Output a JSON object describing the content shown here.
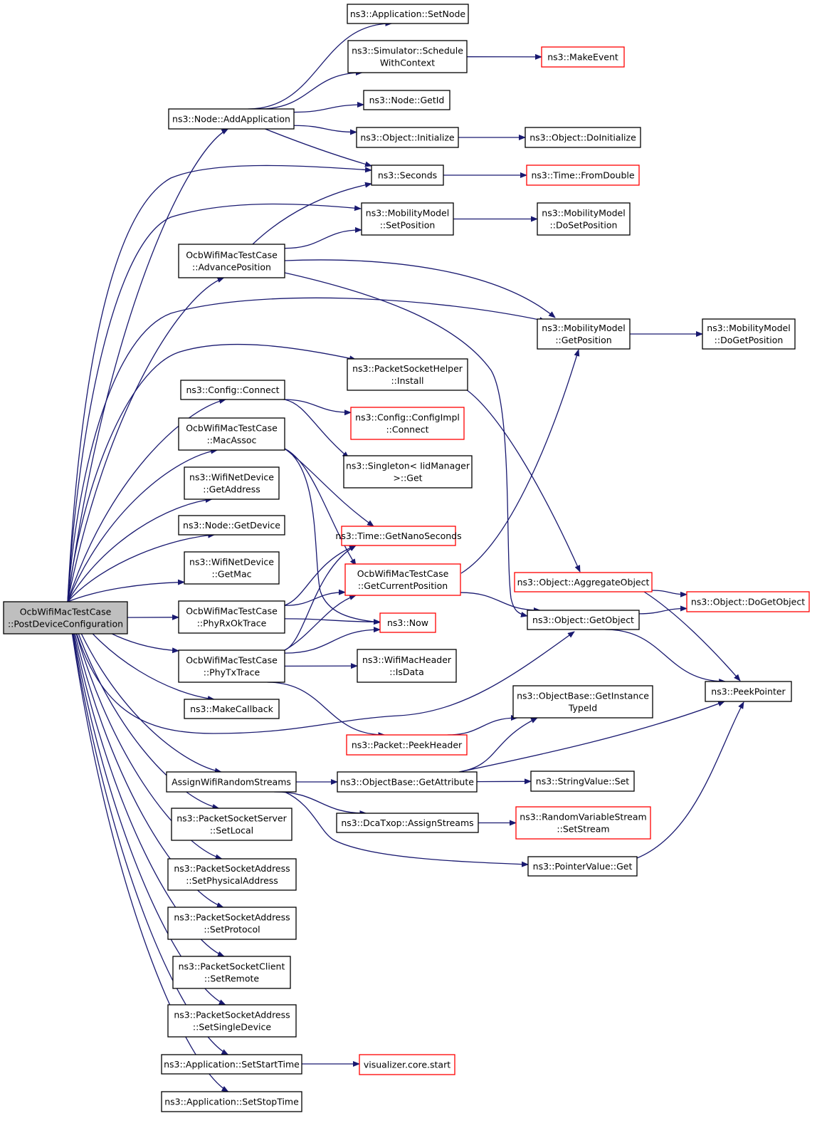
{
  "colors": {
    "edge": "#191970",
    "border_normal": "#000000",
    "border_truncated": "#ff0000",
    "root_fill": "#bfbfbf",
    "node_fill": "#ffffff"
  },
  "nodes": [
    {
      "id": "root",
      "lines": [
        "OcbWifiMacTestCase",
        "::PostDeviceConfiguration"
      ],
      "style": "root"
    },
    {
      "id": "setnode",
      "lines": [
        "ns3::Application::SetNode"
      ],
      "style": "normal"
    },
    {
      "id": "schedule",
      "lines": [
        "ns3::Simulator::Schedule",
        "WithContext"
      ],
      "style": "normal"
    },
    {
      "id": "makeevent",
      "lines": [
        "ns3::MakeEvent"
      ],
      "style": "truncated"
    },
    {
      "id": "getid",
      "lines": [
        "ns3::Node::GetId"
      ],
      "style": "normal"
    },
    {
      "id": "addapp",
      "lines": [
        "ns3::Node::AddApplication"
      ],
      "style": "normal"
    },
    {
      "id": "initialize",
      "lines": [
        "ns3::Object::Initialize"
      ],
      "style": "normal"
    },
    {
      "id": "doinitialize",
      "lines": [
        "ns3::Object::DoInitialize"
      ],
      "style": "normal"
    },
    {
      "id": "seconds",
      "lines": [
        "ns3::Seconds"
      ],
      "style": "normal"
    },
    {
      "id": "fromdouble",
      "lines": [
        "ns3::Time::FromDouble"
      ],
      "style": "truncated"
    },
    {
      "id": "setposition",
      "lines": [
        "ns3::MobilityModel",
        "::SetPosition"
      ],
      "style": "normal"
    },
    {
      "id": "dosetposition",
      "lines": [
        "ns3::MobilityModel",
        "::DoSetPosition"
      ],
      "style": "normal"
    },
    {
      "id": "advance",
      "lines": [
        "OcbWifiMacTestCase",
        "::AdvancePosition"
      ],
      "style": "normal"
    },
    {
      "id": "getposition",
      "lines": [
        "ns3::MobilityModel",
        "::GetPosition"
      ],
      "style": "normal"
    },
    {
      "id": "dogetposition",
      "lines": [
        "ns3::MobilityModel",
        "::DoGetPosition"
      ],
      "style": "normal"
    },
    {
      "id": "pshinstall",
      "lines": [
        "ns3::PacketSocketHelper",
        "::Install"
      ],
      "style": "normal"
    },
    {
      "id": "cfgconnect",
      "lines": [
        "ns3::Config::Connect"
      ],
      "style": "normal"
    },
    {
      "id": "cfgimplconnect",
      "lines": [
        "ns3::Config::ConfigImpl",
        "::Connect"
      ],
      "style": "truncated"
    },
    {
      "id": "macassoc",
      "lines": [
        "OcbWifiMacTestCase",
        "::MacAssoc"
      ],
      "style": "normal"
    },
    {
      "id": "singleton",
      "lines": [
        "ns3::Singleton< IidManager",
        ">::Get"
      ],
      "style": "normal"
    },
    {
      "id": "getaddress",
      "lines": [
        "ns3::WifiNetDevice",
        "::GetAddress"
      ],
      "style": "normal"
    },
    {
      "id": "getdevice",
      "lines": [
        "ns3::Node::GetDevice"
      ],
      "style": "normal"
    },
    {
      "id": "getnano",
      "lines": [
        "ns3::Time::GetNanoSeconds"
      ],
      "style": "truncated"
    },
    {
      "id": "getmac",
      "lines": [
        "ns3::WifiNetDevice",
        "::GetMac"
      ],
      "style": "normal"
    },
    {
      "id": "getcurpos",
      "lines": [
        "OcbWifiMacTestCase",
        "::GetCurrentPosition"
      ],
      "style": "truncated"
    },
    {
      "id": "aggregate",
      "lines": [
        "ns3::Object::AggregateObject"
      ],
      "style": "truncated"
    },
    {
      "id": "dogetobject",
      "lines": [
        "ns3::Object::DoGetObject"
      ],
      "style": "truncated"
    },
    {
      "id": "phyrx",
      "lines": [
        "OcbWifiMacTestCase",
        "::PhyRxOkTrace"
      ],
      "style": "normal"
    },
    {
      "id": "now",
      "lines": [
        "ns3::Now"
      ],
      "style": "truncated"
    },
    {
      "id": "getobject",
      "lines": [
        "ns3::Object::GetObject"
      ],
      "style": "normal"
    },
    {
      "id": "phytx",
      "lines": [
        "OcbWifiMacTestCase",
        "::PhyTxTrace"
      ],
      "style": "normal"
    },
    {
      "id": "isdata",
      "lines": [
        "ns3::WifiMacHeader",
        "::IsData"
      ],
      "style": "normal"
    },
    {
      "id": "peekpointer",
      "lines": [
        "ns3::PeekPointer"
      ],
      "style": "normal"
    },
    {
      "id": "getinstancetypeid",
      "lines": [
        "ns3::ObjectBase::GetInstance",
        "TypeId"
      ],
      "style": "normal"
    },
    {
      "id": "makecallback",
      "lines": [
        "ns3::MakeCallback"
      ],
      "style": "normal"
    },
    {
      "id": "peekheader",
      "lines": [
        "ns3::Packet::PeekHeader"
      ],
      "style": "truncated"
    },
    {
      "id": "assignwifi",
      "lines": [
        "AssignWifiRandomStreams"
      ],
      "style": "normal"
    },
    {
      "id": "getattribute",
      "lines": [
        "ns3::ObjectBase::GetAttribute"
      ],
      "style": "normal"
    },
    {
      "id": "stringset",
      "lines": [
        "ns3::StringValue::Set"
      ],
      "style": "normal"
    },
    {
      "id": "pssetlocal",
      "lines": [
        "ns3::PacketSocketServer",
        "::SetLocal"
      ],
      "style": "normal"
    },
    {
      "id": "dcaassign",
      "lines": [
        "ns3::DcaTxop::AssignStreams"
      ],
      "style": "normal"
    },
    {
      "id": "rvsetstream",
      "lines": [
        "ns3::RandomVariableStream",
        "::SetStream"
      ],
      "style": "truncated"
    },
    {
      "id": "pointerget",
      "lines": [
        "ns3::PointerValue::Get"
      ],
      "style": "normal"
    },
    {
      "id": "setphysaddr",
      "lines": [
        "ns3::PacketSocketAddress",
        "::SetPhysicalAddress"
      ],
      "style": "normal"
    },
    {
      "id": "setprotocol",
      "lines": [
        "ns3::PacketSocketAddress",
        "::SetProtocol"
      ],
      "style": "normal"
    },
    {
      "id": "setremote",
      "lines": [
        "ns3::PacketSocketClient",
        "::SetRemote"
      ],
      "style": "normal"
    },
    {
      "id": "setsingle",
      "lines": [
        "ns3::PacketSocketAddress",
        "::SetSingleDevice"
      ],
      "style": "normal"
    },
    {
      "id": "setstart",
      "lines": [
        "ns3::Application::SetStartTime"
      ],
      "style": "normal"
    },
    {
      "id": "vizstart",
      "lines": [
        "visualizer.core.start"
      ],
      "style": "truncated"
    },
    {
      "id": "setstop",
      "lines": [
        "ns3::Application::SetStopTime"
      ],
      "style": "normal"
    }
  ],
  "edges": [
    [
      "root",
      "addapp"
    ],
    [
      "root",
      "seconds"
    ],
    [
      "root",
      "setposition"
    ],
    [
      "root",
      "advance"
    ],
    [
      "root",
      "getposition"
    ],
    [
      "root",
      "pshinstall"
    ],
    [
      "root",
      "cfgconnect"
    ],
    [
      "root",
      "macassoc"
    ],
    [
      "root",
      "getaddress"
    ],
    [
      "root",
      "getdevice"
    ],
    [
      "root",
      "getmac"
    ],
    [
      "root",
      "phyrx"
    ],
    [
      "root",
      "phytx"
    ],
    [
      "root",
      "makecallback"
    ],
    [
      "root",
      "getobject"
    ],
    [
      "root",
      "assignwifi"
    ],
    [
      "root",
      "pssetlocal"
    ],
    [
      "root",
      "setphysaddr"
    ],
    [
      "root",
      "setprotocol"
    ],
    [
      "root",
      "setremote"
    ],
    [
      "root",
      "setsingle"
    ],
    [
      "root",
      "setstart"
    ],
    [
      "root",
      "setstop"
    ],
    [
      "addapp",
      "setnode"
    ],
    [
      "addapp",
      "schedule"
    ],
    [
      "addapp",
      "getid"
    ],
    [
      "addapp",
      "initialize"
    ],
    [
      "addapp",
      "seconds"
    ],
    [
      "schedule",
      "makeevent"
    ],
    [
      "initialize",
      "doinitialize"
    ],
    [
      "seconds",
      "fromdouble"
    ],
    [
      "setposition",
      "dosetposition"
    ],
    [
      "advance",
      "seconds"
    ],
    [
      "advance",
      "setposition"
    ],
    [
      "advance",
      "getposition"
    ],
    [
      "advance",
      "getobject"
    ],
    [
      "getposition",
      "dogetposition"
    ],
    [
      "pshinstall",
      "aggregate"
    ],
    [
      "cfgconnect",
      "cfgimplconnect"
    ],
    [
      "cfgconnect",
      "singleton"
    ],
    [
      "macassoc",
      "getnano"
    ],
    [
      "macassoc",
      "getcurpos"
    ],
    [
      "macassoc",
      "now"
    ],
    [
      "getcurpos",
      "getposition"
    ],
    [
      "getcurpos",
      "getobject"
    ],
    [
      "phyrx",
      "getnano"
    ],
    [
      "phyrx",
      "getcurpos"
    ],
    [
      "phyrx",
      "now"
    ],
    [
      "phytx",
      "getnano"
    ],
    [
      "phytx",
      "getcurpos"
    ],
    [
      "phytx",
      "now"
    ],
    [
      "phytx",
      "isdata"
    ],
    [
      "phytx",
      "peekheader"
    ],
    [
      "aggregate",
      "dogetobject"
    ],
    [
      "aggregate",
      "peekpointer"
    ],
    [
      "getobject",
      "dogetobject"
    ],
    [
      "getobject",
      "peekpointer"
    ],
    [
      "peekheader",
      "getinstancetypeid"
    ],
    [
      "assignwifi",
      "getattribute"
    ],
    [
      "assignwifi",
      "dcaassign"
    ],
    [
      "assignwifi",
      "pointerget"
    ],
    [
      "getattribute",
      "getinstancetypeid"
    ],
    [
      "getattribute",
      "stringset"
    ],
    [
      "getattribute",
      "peekpointer"
    ],
    [
      "dcaassign",
      "rvsetstream"
    ],
    [
      "pointerget",
      "peekpointer"
    ],
    [
      "setstart",
      "vizstart"
    ]
  ]
}
